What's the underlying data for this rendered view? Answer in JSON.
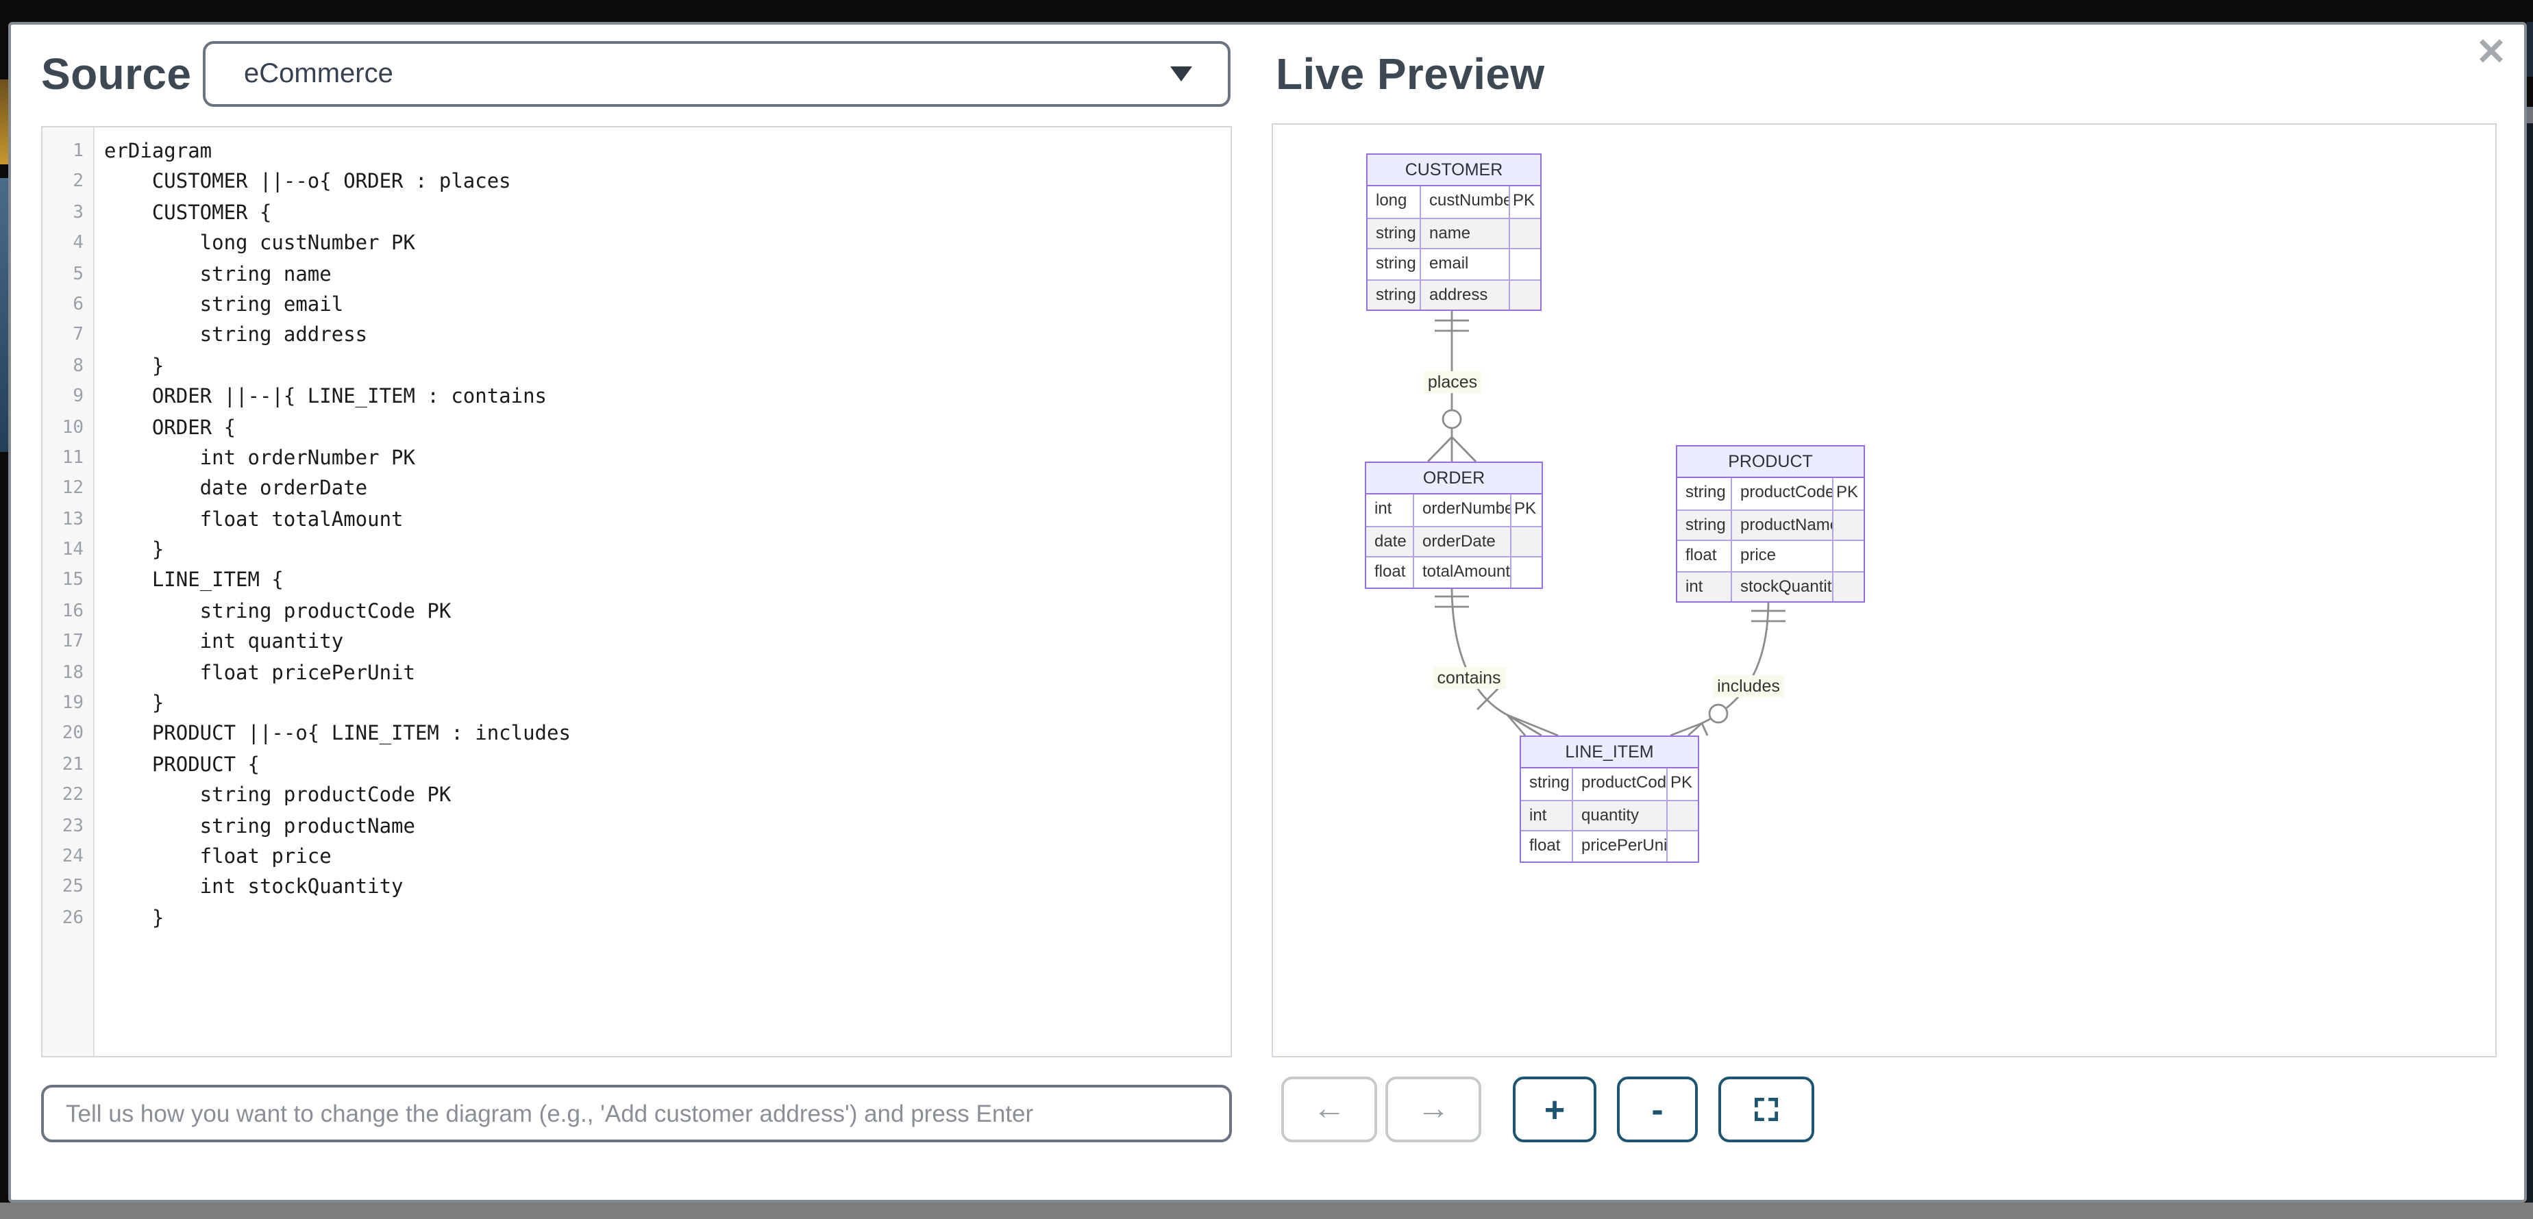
{
  "source_panel": {
    "title": "Source",
    "template_select": {
      "value": "eCommerce"
    },
    "editor": {
      "lines": [
        "erDiagram",
        "    CUSTOMER ||--o{ ORDER : places",
        "    CUSTOMER {",
        "        long custNumber PK",
        "        string name",
        "        string email",
        "        string address",
        "    }",
        "    ORDER ||--|{ LINE_ITEM : contains",
        "    ORDER {",
        "        int orderNumber PK",
        "        date orderDate",
        "        float totalAmount",
        "    }",
        "    LINE_ITEM {",
        "        string productCode PK",
        "        int quantity",
        "        float pricePerUnit",
        "    }",
        "    PRODUCT ||--o{ LINE_ITEM : includes",
        "    PRODUCT {",
        "        string productCode PK",
        "        string productName",
        "        float price",
        "        int stockQuantity",
        "    }"
      ]
    },
    "prompt_input": {
      "value": "",
      "placeholder": "Tell us how you want to change the diagram (e.g., 'Add customer address') and press Enter"
    }
  },
  "preview_panel": {
    "title": "Live Preview",
    "close_label": "✕",
    "toolbar": {
      "undo": "←",
      "redo": "→",
      "zoom_in": "+",
      "zoom_out": "-"
    },
    "diagram": {
      "entities": [
        {
          "name": "CUSTOMER",
          "attributes": [
            {
              "type": "long",
              "name": "custNumber",
              "key": "PK"
            },
            {
              "type": "string",
              "name": "name",
              "key": ""
            },
            {
              "type": "string",
              "name": "email",
              "key": ""
            },
            {
              "type": "string",
              "name": "address",
              "key": ""
            }
          ]
        },
        {
          "name": "ORDER",
          "attributes": [
            {
              "type": "int",
              "name": "orderNumber",
              "key": "PK"
            },
            {
              "type": "date",
              "name": "orderDate",
              "key": ""
            },
            {
              "type": "float",
              "name": "totalAmount",
              "key": ""
            }
          ]
        },
        {
          "name": "PRODUCT",
          "attributes": [
            {
              "type": "string",
              "name": "productCode",
              "key": "PK"
            },
            {
              "type": "string",
              "name": "productName",
              "key": ""
            },
            {
              "type": "float",
              "name": "price",
              "key": ""
            },
            {
              "type": "int",
              "name": "stockQuantity",
              "key": ""
            }
          ]
        },
        {
          "name": "LINE_ITEM",
          "attributes": [
            {
              "type": "string",
              "name": "productCode",
              "key": "PK"
            },
            {
              "type": "int",
              "name": "quantity",
              "key": ""
            },
            {
              "type": "float",
              "name": "pricePerUnit",
              "key": ""
            }
          ]
        }
      ],
      "relationships": [
        {
          "from": "CUSTOMER",
          "to": "ORDER",
          "label": "places",
          "cardinality": "||--o{"
        },
        {
          "from": "ORDER",
          "to": "LINE_ITEM",
          "label": "contains",
          "cardinality": "||--|{"
        },
        {
          "from": "PRODUCT",
          "to": "LINE_ITEM",
          "label": "includes",
          "cardinality": "||--o{"
        }
      ]
    }
  },
  "colors": {
    "accent_button": "#1e5470",
    "entity_fill": "#ECECFF",
    "entity_border": "#9370DB",
    "relationship_line": "#8c8c8c",
    "heading_text": "#3d4852"
  }
}
